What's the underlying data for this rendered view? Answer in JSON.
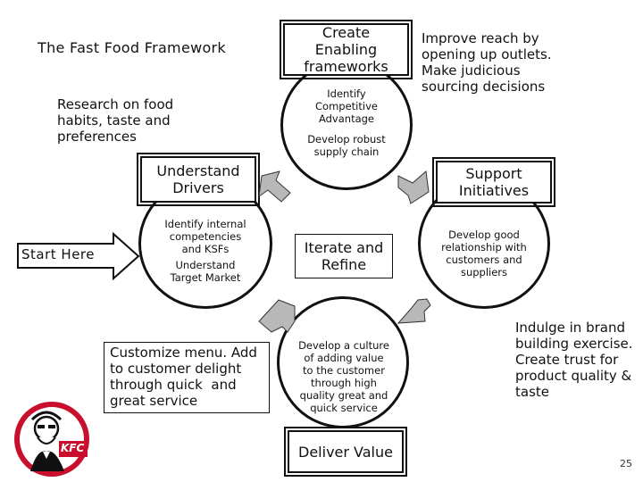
{
  "title": "The Fast Food Framework",
  "nodes": {
    "top": {
      "box": "Create\nEnabling\nframeworks",
      "circle_lines": [
        "Identify",
        "Competitive",
        "Advantage",
        "",
        "Develop robust",
        "supply chain"
      ]
    },
    "right": {
      "box": "Support\nInitiatives",
      "circle_lines": [
        "Develop good",
        "relationship with",
        "customers and",
        "suppliers"
      ]
    },
    "bottom": {
      "box": "Deliver Value",
      "circle_lines": [
        "Develop a culture",
        "of adding value",
        "to the customer",
        "through high",
        "quality great and",
        "quick service"
      ]
    },
    "left": {
      "box": "Understand\nDrivers",
      "circle_lines": [
        "Identify internal",
        "competencies",
        "and KSFs",
        "Understand",
        "Target Market"
      ]
    }
  },
  "center": "Iterate and\nRefine",
  "start": "Start Here",
  "notes": {
    "research": "Research on food\nhabits, taste and\npreferences",
    "reach": "Improve reach by\nopening up outlets.\nMake judicious\nsourcing decisions",
    "brand": "Indulge in brand\nbuilding exercise.\nCreate trust for\nproduct quality &\ntaste",
    "customize": "Customize menu. Add\nto customer delight\nthrough quick  and\ngreat service"
  },
  "logo_text": "KFC",
  "page_number": "25",
  "colors": {
    "logo_red": "#c8102e",
    "arrow_fill": "#b8b8b8"
  }
}
